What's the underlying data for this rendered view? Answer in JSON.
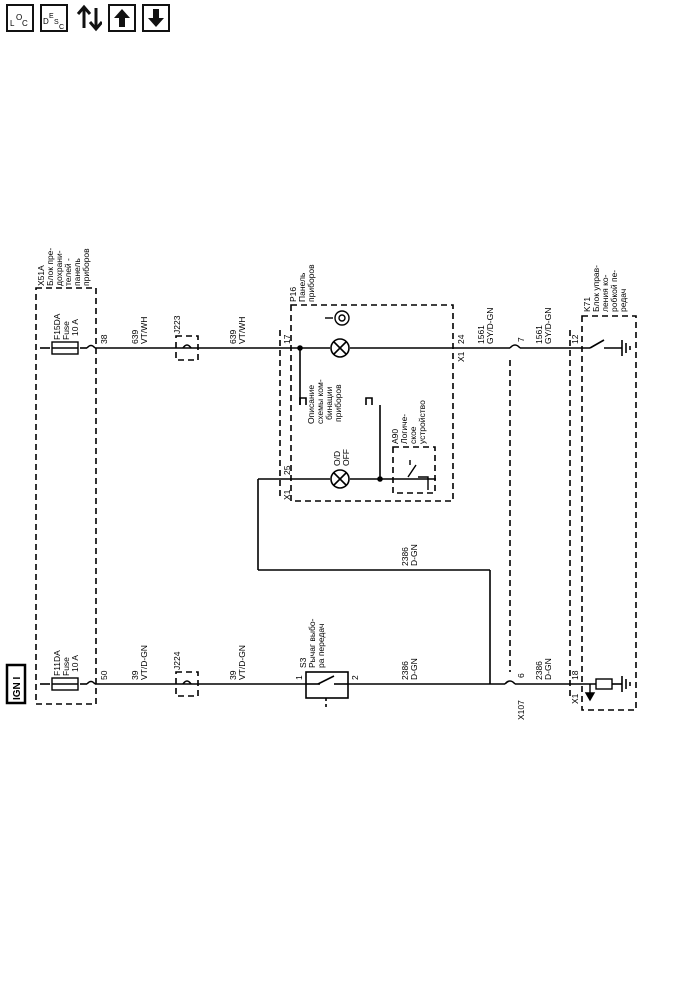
{
  "toolbar": [
    {
      "name": "location-button",
      "sub1": "L",
      "sub2": "O",
      "sub3": "C"
    },
    {
      "name": "description-button",
      "sub1": "D",
      "sub2": "E",
      "sub3": "S",
      "sub4": "C"
    },
    {
      "name": "wrench-icon"
    },
    {
      "name": "arrow-up-button"
    },
    {
      "name": "arrow-down-button"
    }
  ],
  "diagram": {
    "ign": "IGN I",
    "x51a": [
      "X51A",
      "Блок пре-",
      "дохрани-",
      "телей -",
      "панель",
      "приборов"
    ],
    "fuse1": [
      "F15DA",
      "Fuse",
      "10 A"
    ],
    "fuse2": [
      "F11DA",
      "Fuse",
      "10 A"
    ],
    "pin38": "38",
    "pin50": "50",
    "w639a": [
      "639",
      "VT/WH"
    ],
    "w639b": [
      "639",
      "VT/WH"
    ],
    "j223": "J223",
    "j224": "J224",
    "w39a": [
      "39",
      "VT/D-GN"
    ],
    "w39b": [
      "39",
      "VT/D-GN"
    ],
    "p16": [
      "P16",
      "Панель",
      "приборов"
    ],
    "pin17": "17",
    "pin25": "25",
    "x1a": "X1",
    "x1b": "X1",
    "x1c": "X1",
    "pin24": "24",
    "od": [
      "O/D",
      "OFF"
    ],
    "desc": [
      "Описание",
      "схемы ком-",
      "бинации",
      "приборов"
    ],
    "a90": [
      "A90",
      "Логиче-",
      "ское",
      "устройство"
    ],
    "w1561a": [
      "1561",
      "GY/D-GN"
    ],
    "w1561b": [
      "1561",
      "GY/D-GN"
    ],
    "pin7": "7",
    "pin6": "6",
    "x107": "X107",
    "pin12": "12",
    "pin18": "18",
    "k71": [
      "K71",
      "Блок управ-",
      "ления ко-",
      "робкой пе-",
      "редач"
    ],
    "w2386a": [
      "2386",
      "D-GN"
    ],
    "w2386b": [
      "2386",
      "D-GN"
    ],
    "w2386c": [
      "2386",
      "D-GN"
    ],
    "s3": [
      "S3",
      "Рычаг выбо-",
      "ра передач"
    ],
    "s3pin1": "1",
    "s3pin2": "2"
  }
}
